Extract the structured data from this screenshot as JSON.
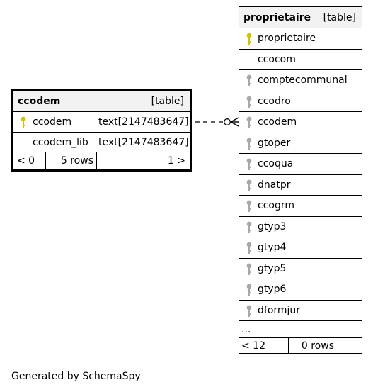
{
  "ccodem_table": {
    "title": "ccodem",
    "kind": "[table]",
    "columns": [
      {
        "name": "ccodem",
        "type": "text[2147483647]",
        "key": "primary"
      },
      {
        "name": "ccodem_lib",
        "type": "text[2147483647]",
        "key": "none"
      }
    ],
    "footer": {
      "parents": "< 0",
      "rows": "5 rows",
      "children": "1 >"
    }
  },
  "proprietaire_table": {
    "title": "proprietaire",
    "kind": "[table]",
    "columns": [
      {
        "name": "proprietaire",
        "key": "primary"
      },
      {
        "name": "ccocom",
        "key": "none"
      },
      {
        "name": "comptecommunal",
        "key": "foreign"
      },
      {
        "name": "ccodro",
        "key": "foreign"
      },
      {
        "name": "ccodem",
        "key": "foreign"
      },
      {
        "name": "gtoper",
        "key": "foreign"
      },
      {
        "name": "ccoqua",
        "key": "foreign"
      },
      {
        "name": "dnatpr",
        "key": "foreign"
      },
      {
        "name": "ccogrm",
        "key": "foreign"
      },
      {
        "name": "gtyp3",
        "key": "foreign"
      },
      {
        "name": "gtyp4",
        "key": "foreign"
      },
      {
        "name": "gtyp5",
        "key": "foreign"
      },
      {
        "name": "gtyp6",
        "key": "foreign"
      },
      {
        "name": "dformjur",
        "key": "foreign"
      }
    ],
    "ellipsis": "...",
    "footer": {
      "parents": "< 12",
      "rows": "0 rows",
      "children": ""
    }
  },
  "key_colors": {
    "primary": "#d4c400",
    "foreign": "#a8a8a8"
  },
  "caption": "Generated by SchemaSpy"
}
